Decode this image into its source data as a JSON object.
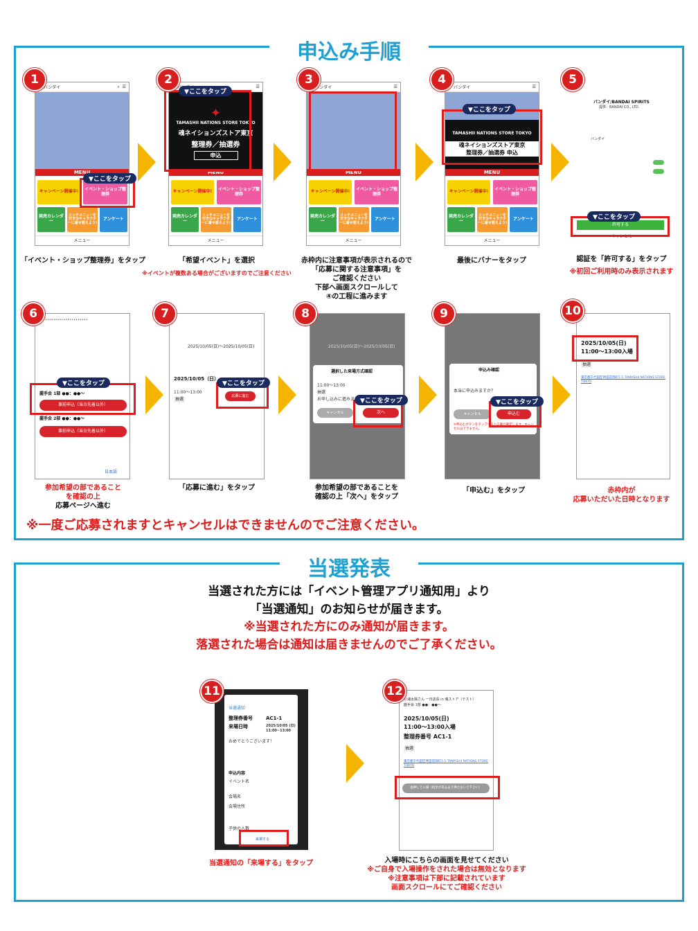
{
  "section1": {
    "title": "申込み手順",
    "tap_label": "▼ここをタップ",
    "warning": "※一度ご応募されますとキャンセルはできませんのでご注意ください。",
    "steps": [
      {
        "num": "1",
        "caption": "「イベント・ショップ整理券」をタップ"
      },
      {
        "num": "2",
        "caption": "「希望イベント」を選択",
        "note": "※イベントが複数ある場合がございますのでご注意ください"
      },
      {
        "num": "3",
        "caption_lines": [
          "赤枠内に注意事項が表示されるので",
          "「応募に関する注意事項」を",
          "ご確認ください",
          "下部へ画面スクロールして",
          "④の工程に進みます"
        ]
      },
      {
        "num": "4",
        "caption": "最後にバナーをタップ"
      },
      {
        "num": "5",
        "caption": "認証を「許可する」をタップ",
        "note": "※初回ご利用時のみ表示されます"
      },
      {
        "num": "6",
        "caption_red_lines": [
          "参加希望の部であること",
          "を確認の上"
        ],
        "caption_tail": "応募ページへ進む"
      },
      {
        "num": "7",
        "caption": "「応募に進む」をタップ"
      },
      {
        "num": "8",
        "caption_lines": [
          "参加希望の部であることを",
          "確認の上「次へ」をタップ"
        ]
      },
      {
        "num": "9",
        "caption": "「申込む」をタップ"
      },
      {
        "num": "10",
        "caption_red_lines": [
          "赤枠内が",
          "応募いただいた日時となります"
        ]
      }
    ],
    "phone": {
      "brand": "バンダイ",
      "menu": "MENU",
      "menu_footer": "メニュー",
      "tile_campaign": "キャンペーン開催中!",
      "tile_event": "イベント・ショップ整理券",
      "tile_calendar": "発売カレンダー",
      "tile_reach": "リッチメニューを付きなキャラクターに着せ替えよう!",
      "tile_char": "好きなキャラクターに着せ替えよう!",
      "tile_survey": "アンケート",
      "banner_store": "TAMASHII NATIONS STORE TOKYO",
      "banner_title": "魂ネイションズストア東京",
      "banner_sub": "整理券／抽選券",
      "banner_apply": "申込",
      "banner_full": "整理券／抽選券 申込",
      "auth_name": "バンダイ/BANDAI SPIRITS",
      "auth_company": "提供：BANDAI CO., LTD.",
      "auth_permit": "許可する",
      "auth_cancel": "キャンセル",
      "session1": "握手会 1部 ●●：●●〜",
      "session2": "握手会 2部 ●●：●●〜",
      "apply_btn": "事前申込（当日先着以外）",
      "date_range": "2025/10/05(日)〜2025/10/05(日)",
      "date_sel": "2025/10/05（日）",
      "time_sel": "11:00〜13:00",
      "lottery": "抽選",
      "go_apply": "応募に進む",
      "confirm_title": "選択した来場方式確認",
      "confirm_q": "お申し込みに進みます。",
      "cancel": "キャンセル",
      "next": "次へ",
      "apply_confirm": "申込み確認",
      "apply_q": "本当に申込みますか？",
      "apply_btn2": "申込む",
      "apply_note": "※申込むボタンをタップすると応募が確定します。キャンセルはできません。",
      "result_date": "2025/10/05(日)",
      "result_time": "11:00〜13:00入場",
      "store_addr": "東京都千代田区神田花岡町1-1 TAMASHII NATIONS STORE TOKYO",
      "japanese": "日本語"
    }
  },
  "section2": {
    "title": "当選発表",
    "lines": [
      "当選された方には「イベント管理アプリ通知用」より",
      "「当選通知」のお知らせが届きます。"
    ],
    "red_lines": [
      "※当選された方にのみ通知が届きます。",
      "落選された場合は通知は届きませんのでご了承ください。"
    ],
    "steps": [
      {
        "num": "11",
        "caption": "当選通知の「来場する」をタップ"
      },
      {
        "num": "12",
        "caption": "入場時にこちらの画面を見せてください",
        "notes": [
          "※ご自身で入場操作をされた場合は無効となります",
          "※注意事項は下部に記載されています",
          "画面スクロールにてご確認ください"
        ]
      }
    ],
    "notice": {
      "label": "当選通知",
      "ticket_no_label": "整理券番号",
      "ticket_no": "AC1-1",
      "visit_label": "来場日時",
      "visit_value": "2025/10/05 (日) 11:00~13:00",
      "congrats": "おめでとうございます！",
      "content_label": "申込内容",
      "event_label": "イベント名",
      "venue_label": "会場名",
      "address_label": "会場住所",
      "children_label": "子供の人数",
      "visit_btn": "来場する"
    },
    "entry": {
      "header": "杉浦太陽さん 一日店長 in 魂ストア（テスト）",
      "session": "握手会 1部 ●●：●●〜",
      "date": "2025/10/05(日)",
      "time": "11:00〜13:00入場",
      "ticket": "整理券番号 AC1-1",
      "lottery": "抽選",
      "addr": "東京都千代田区神田花岡町1-1 TAMASHII NATIONS STORE TOKYO",
      "enter_btn": "長押しで入場（指示があるまで押さないで下さい）"
    }
  }
}
